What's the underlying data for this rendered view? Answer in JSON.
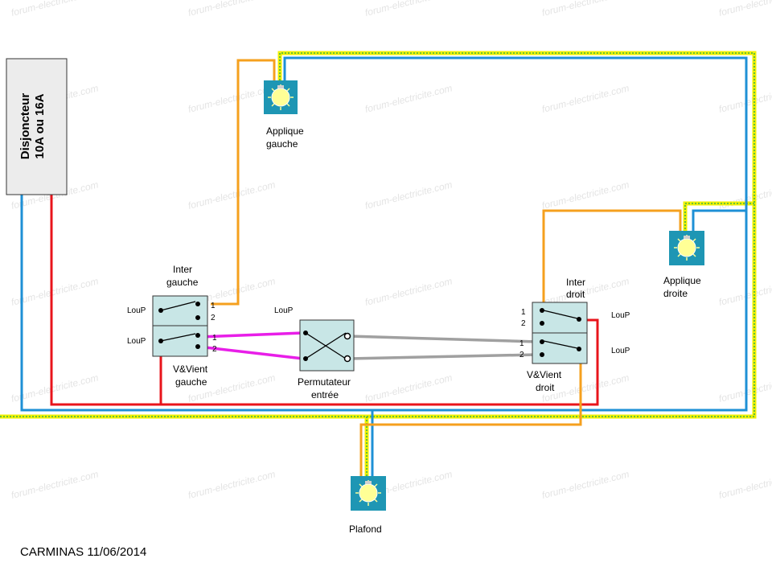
{
  "watermark": "forum-electricite.com",
  "breaker": {
    "line1": "Disjoncteur",
    "line2": "10A ou 16A"
  },
  "lamps": {
    "applique_gauche": [
      "Applique",
      "gauche"
    ],
    "applique_droite": [
      "Applique",
      "droite"
    ],
    "plafond": [
      "Plafond"
    ]
  },
  "switches": {
    "inter_gauche": {
      "title": [
        "Inter",
        "gauche"
      ],
      "brand": "LouP",
      "terminals": [
        "1",
        "2"
      ]
    },
    "vavient_gauche": {
      "title": [
        "V&Vient",
        "gauche"
      ],
      "brand": "LouP",
      "terminals": [
        "1",
        "2"
      ]
    },
    "permutateur": {
      "title": [
        "Permutateur",
        "entrée"
      ],
      "brand": "LouP"
    },
    "inter_droit": {
      "title": [
        "Inter",
        "droit"
      ],
      "brand": "LouP",
      "terminals": [
        "1",
        "2"
      ]
    },
    "vavient_droit": {
      "title": [
        "V&Vient",
        "droit"
      ],
      "brand": "LouP",
      "terminals": [
        "1",
        "2"
      ]
    }
  },
  "signature": "CARMINAS  11/06/2014",
  "colors": {
    "phase": "#e8141b",
    "neutral": "#1e90d6",
    "earth_yellow": "#f0f000",
    "earth_green": "#3cb44b",
    "return": "#f5a01e",
    "traveler_left": "#e81ee8",
    "traveler_right": "#a0a0a0",
    "switch_fill": "#c8e6e6",
    "lamp_box": "#1e96b4",
    "lamp_bulb": "#ffff96"
  }
}
